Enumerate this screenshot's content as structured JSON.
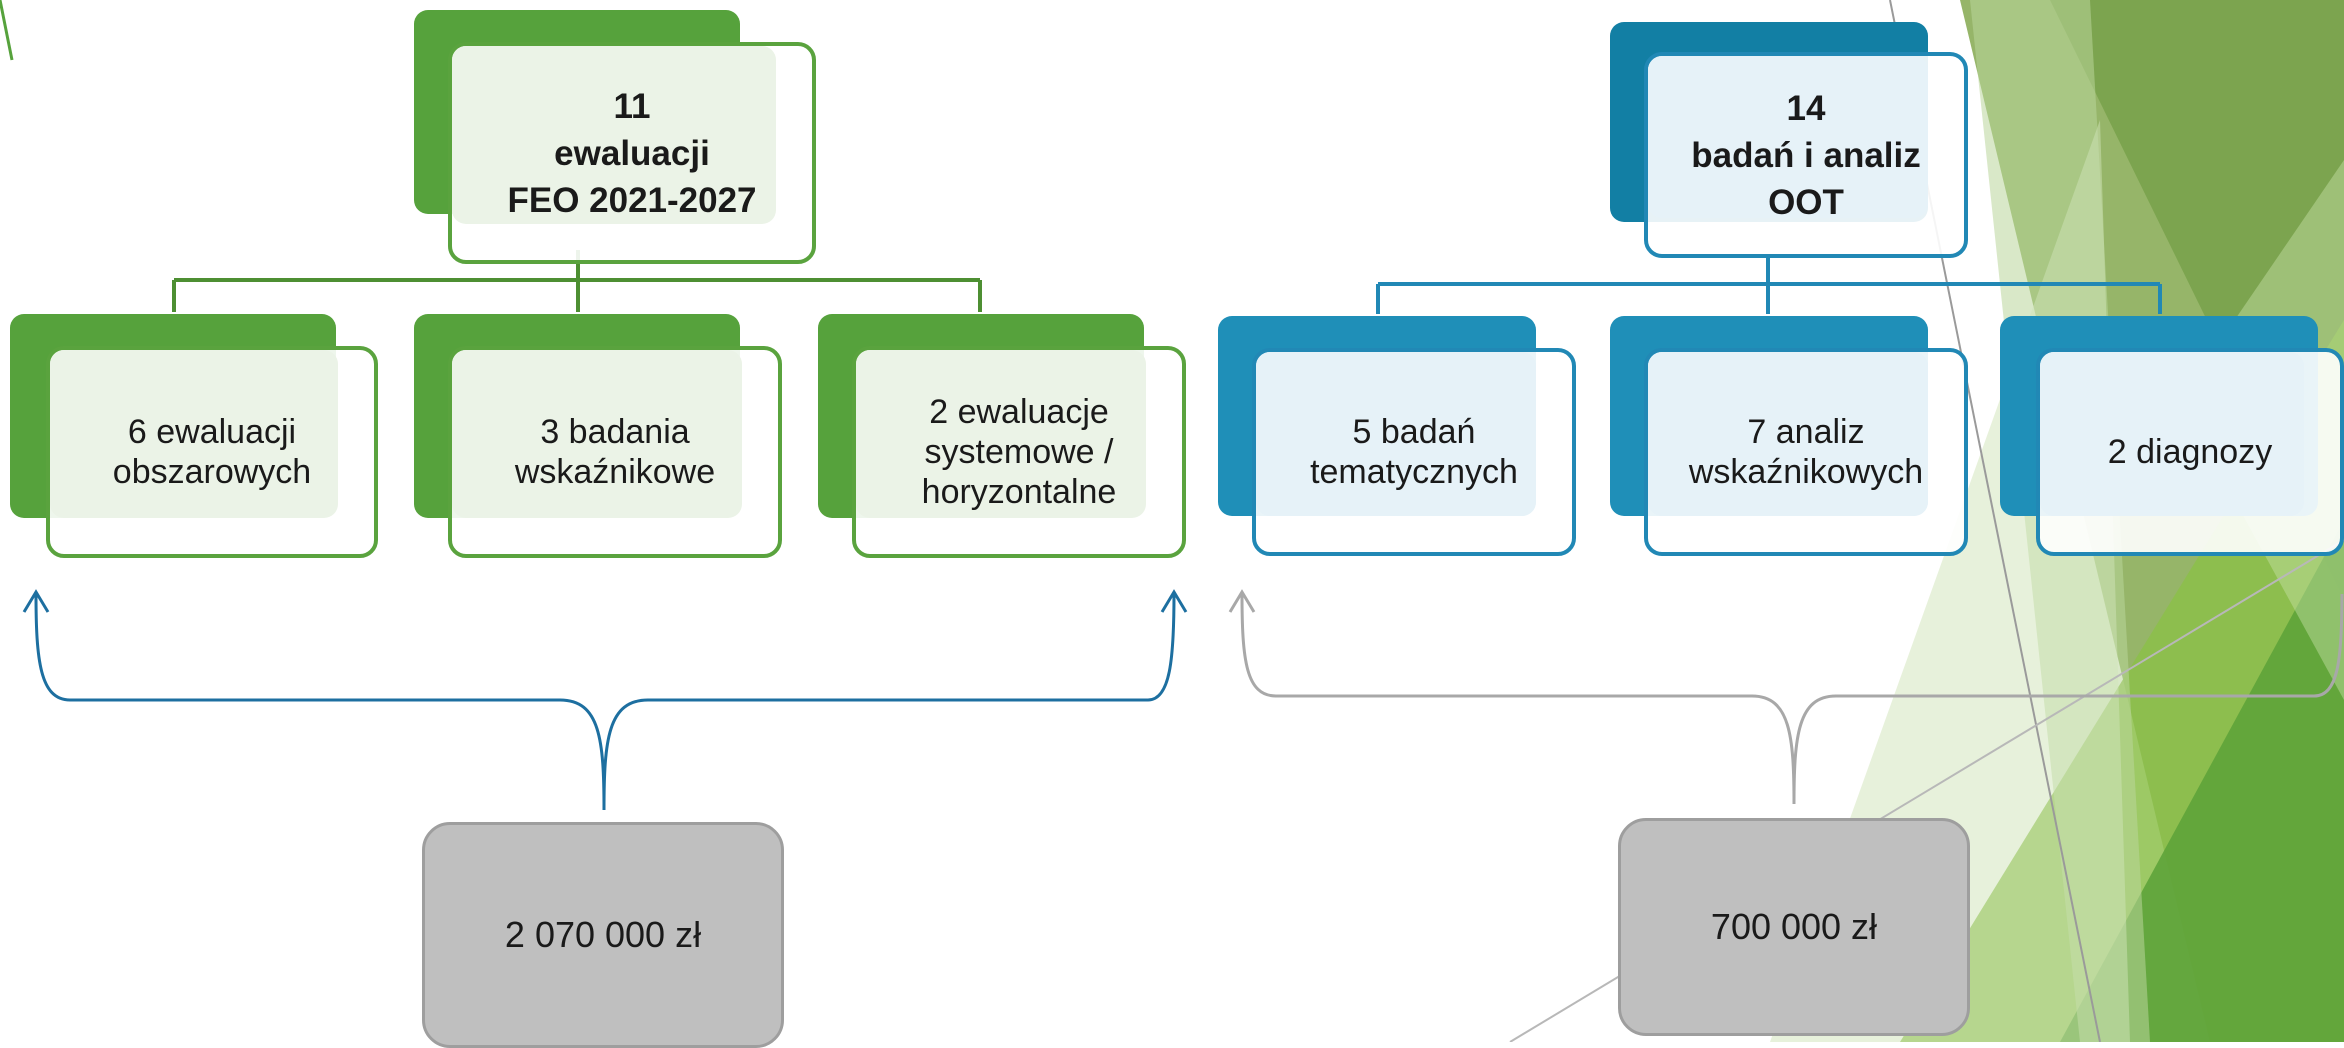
{
  "left_group": {
    "top": "11\newaluacji\nFEO 2021-2027",
    "children": [
      "6 ewaluacji\nobszarowych",
      "3 badania\nwskaźnikowe",
      "2 ewaluacje\nsystemowe /\nhoryzontalne"
    ],
    "budget": "2 070 000 zł"
  },
  "right_group": {
    "top": "14\nbadań i analiz\nOOT",
    "children": [
      "5 badań\ntematycznych",
      "7 analiz\nwskaźnikowych",
      "2 diagnozy"
    ],
    "budget": "700 000 zł"
  },
  "colors": {
    "green": "#56a23c",
    "blue": "#1f8fb8",
    "gray": "#bfbfbf"
  }
}
